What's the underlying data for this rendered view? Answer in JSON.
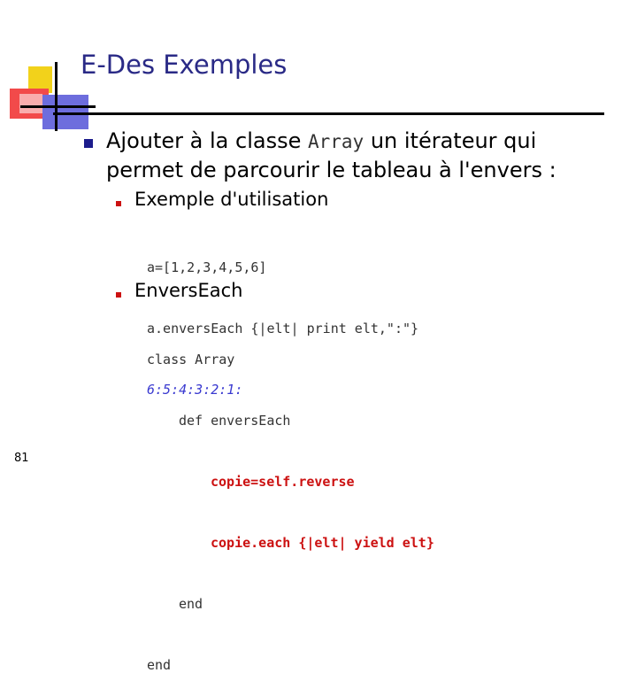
{
  "slide": {
    "title": "E-Des Exemples",
    "page_number": "81",
    "colors": {
      "title": "#2a2a86",
      "bullet": "#1c1c8c",
      "sub_bullet": "#cc1111",
      "output": "#3a3ad0",
      "highlight": "#cc1111"
    },
    "bullet": {
      "text_before": "Ajouter à la classe ",
      "code": "Array",
      "text_after": " un itérateur qui",
      "line2": "permet de parcourir le tableau à l'envers :"
    },
    "example": {
      "label": "Exemple d'utilisation",
      "code": [
        "a=[1,2,3,4,5,6]",
        "a.enversEach {|elt| print elt,\":\"}"
      ],
      "output": "6:5:4:3:2:1:"
    },
    "envers": {
      "label": "EnversEach",
      "line1": "class Array",
      "line2": "def enversEach",
      "line3": "copie=self.reverse",
      "line4": "copie.each {|elt| yield elt}",
      "line5": "end",
      "line6": "end"
    }
  }
}
